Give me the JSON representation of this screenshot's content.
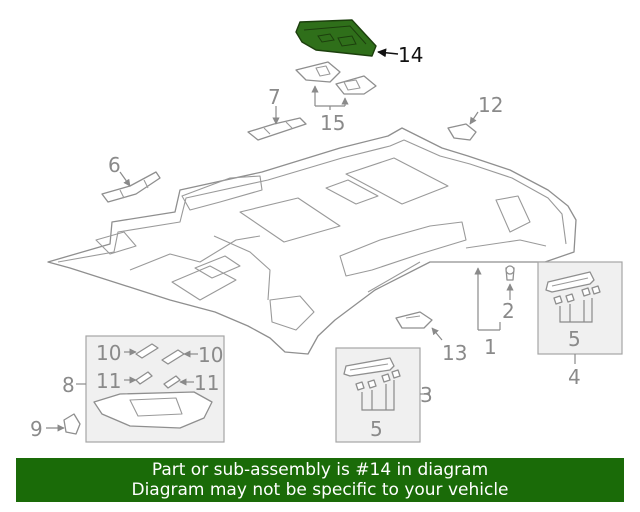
{
  "highlight_color": "#2f6f1a",
  "banner": {
    "background": "#1a6b08",
    "line1": "Part or sub-assembly is #14 in diagram",
    "line2": "Diagram may not be specific to your vehicle"
  },
  "callouts": {
    "c1": "1",
    "c2": "2",
    "c3": "3",
    "c4": "4",
    "c5a": "5",
    "c5b": "5",
    "c6": "6",
    "c7": "7",
    "c8": "8",
    "c9": "9",
    "c10a": "10",
    "c10b": "10",
    "c11a": "11",
    "c11b": "11",
    "c12": "12",
    "c13": "13",
    "c14": "14",
    "c15": "15"
  }
}
